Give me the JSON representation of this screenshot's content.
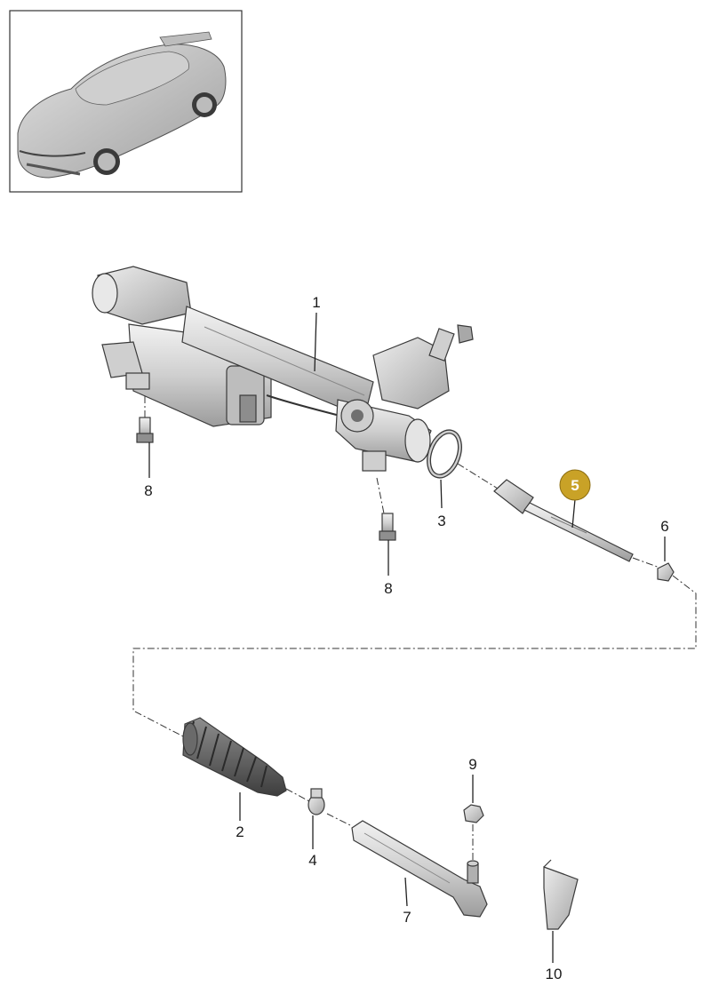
{
  "callouts": {
    "p1": "1",
    "p2": "2",
    "p3": "3",
    "p4": "4",
    "p5": "5",
    "p6": "6",
    "p7": "7",
    "p8a": "8",
    "p8b": "8",
    "p9": "9",
    "p10": "10"
  },
  "highlight": {
    "part": "5",
    "color": "#c9a227"
  },
  "colors": {
    "part_fill": "#d6d6d6",
    "part_dark": "#9a9a9a",
    "line": "#222222"
  },
  "icons": {
    "vehicle": "sports-car-thumbnail"
  }
}
